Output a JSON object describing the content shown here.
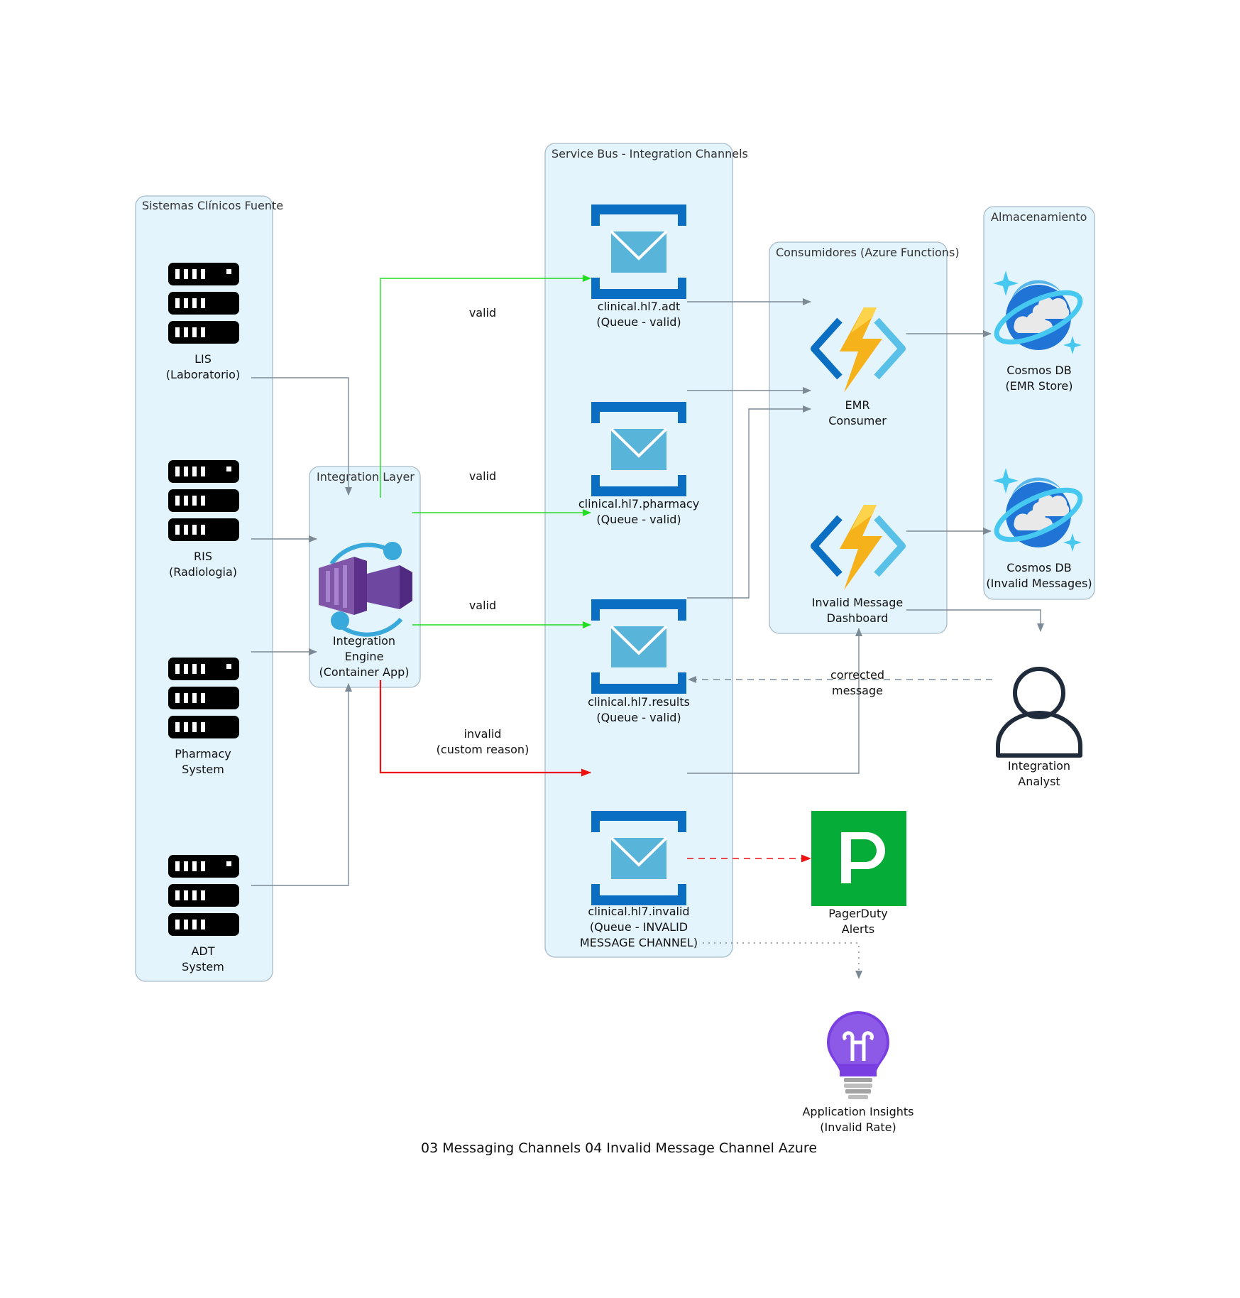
{
  "title": "03 Messaging Channels 04 Invalid Message Channel Azure",
  "clusters": {
    "sources": "Sistemas Clínicos Fuente",
    "integration": "Integration Layer",
    "servicebus": "Service Bus - Integration Channels",
    "consumers": "Consumidores (Azure Functions)",
    "storage": "Almacenamiento"
  },
  "nodes": {
    "lis": [
      "LIS",
      "(Laboratorio)"
    ],
    "ris": [
      "RIS",
      "(Radiologia)"
    ],
    "pharmacy": [
      "Pharmacy",
      "System"
    ],
    "adt": [
      "ADT",
      "System"
    ],
    "engine": [
      "Integration",
      "Engine",
      "(Container App)"
    ],
    "q_adt": [
      "clinical.hl7.adt",
      "(Queue - valid)"
    ],
    "q_pharmacy": [
      "clinical.hl7.pharmacy",
      "(Queue - valid)"
    ],
    "q_results": [
      "clinical.hl7.results",
      "(Queue - valid)"
    ],
    "q_invalid": [
      "clinical.hl7.invalid",
      "(Queue - INVALID",
      "MESSAGE CHANNEL)"
    ],
    "emr_consumer": [
      "EMR",
      "Consumer"
    ],
    "dashboard": [
      "Invalid Message",
      "Dashboard"
    ],
    "cosmos_emr": [
      "Cosmos DB",
      "(EMR Store)"
    ],
    "cosmos_invalid": [
      "Cosmos DB",
      "(Invalid Messages)"
    ],
    "analyst": [
      "Integration",
      "Analyst"
    ],
    "pagerduty": [
      "PagerDuty",
      "Alerts"
    ],
    "appinsights": [
      "Application Insights",
      "(Invalid Rate)"
    ]
  },
  "edge_labels": {
    "valid_adt": "valid",
    "valid_pharmacy": "valid",
    "valid_results": "valid",
    "invalid": [
      "invalid",
      "(custom reason)"
    ],
    "corrected": [
      "corrected",
      "message"
    ]
  },
  "colors": {
    "cluster_fill": "#e3f4fc",
    "cluster_border": "#a7bbc9",
    "edge_gray": "#7d8a96",
    "edge_valid": "#22dd22",
    "edge_invalid": "#ee1111",
    "queue_blue": "#0a6fc2",
    "envelope": "#59b4d9",
    "pagerduty": "#06ac38",
    "insights": "#7a3fe0"
  },
  "icons": {
    "server": "server-rack-icon",
    "queue": "service-bus-queue-icon",
    "function": "azure-function-icon",
    "cosmos": "cosmos-db-icon",
    "container_app": "container-app-icon",
    "user": "user-icon",
    "pagerduty": "pagerduty-icon",
    "insights": "application-insights-icon"
  }
}
